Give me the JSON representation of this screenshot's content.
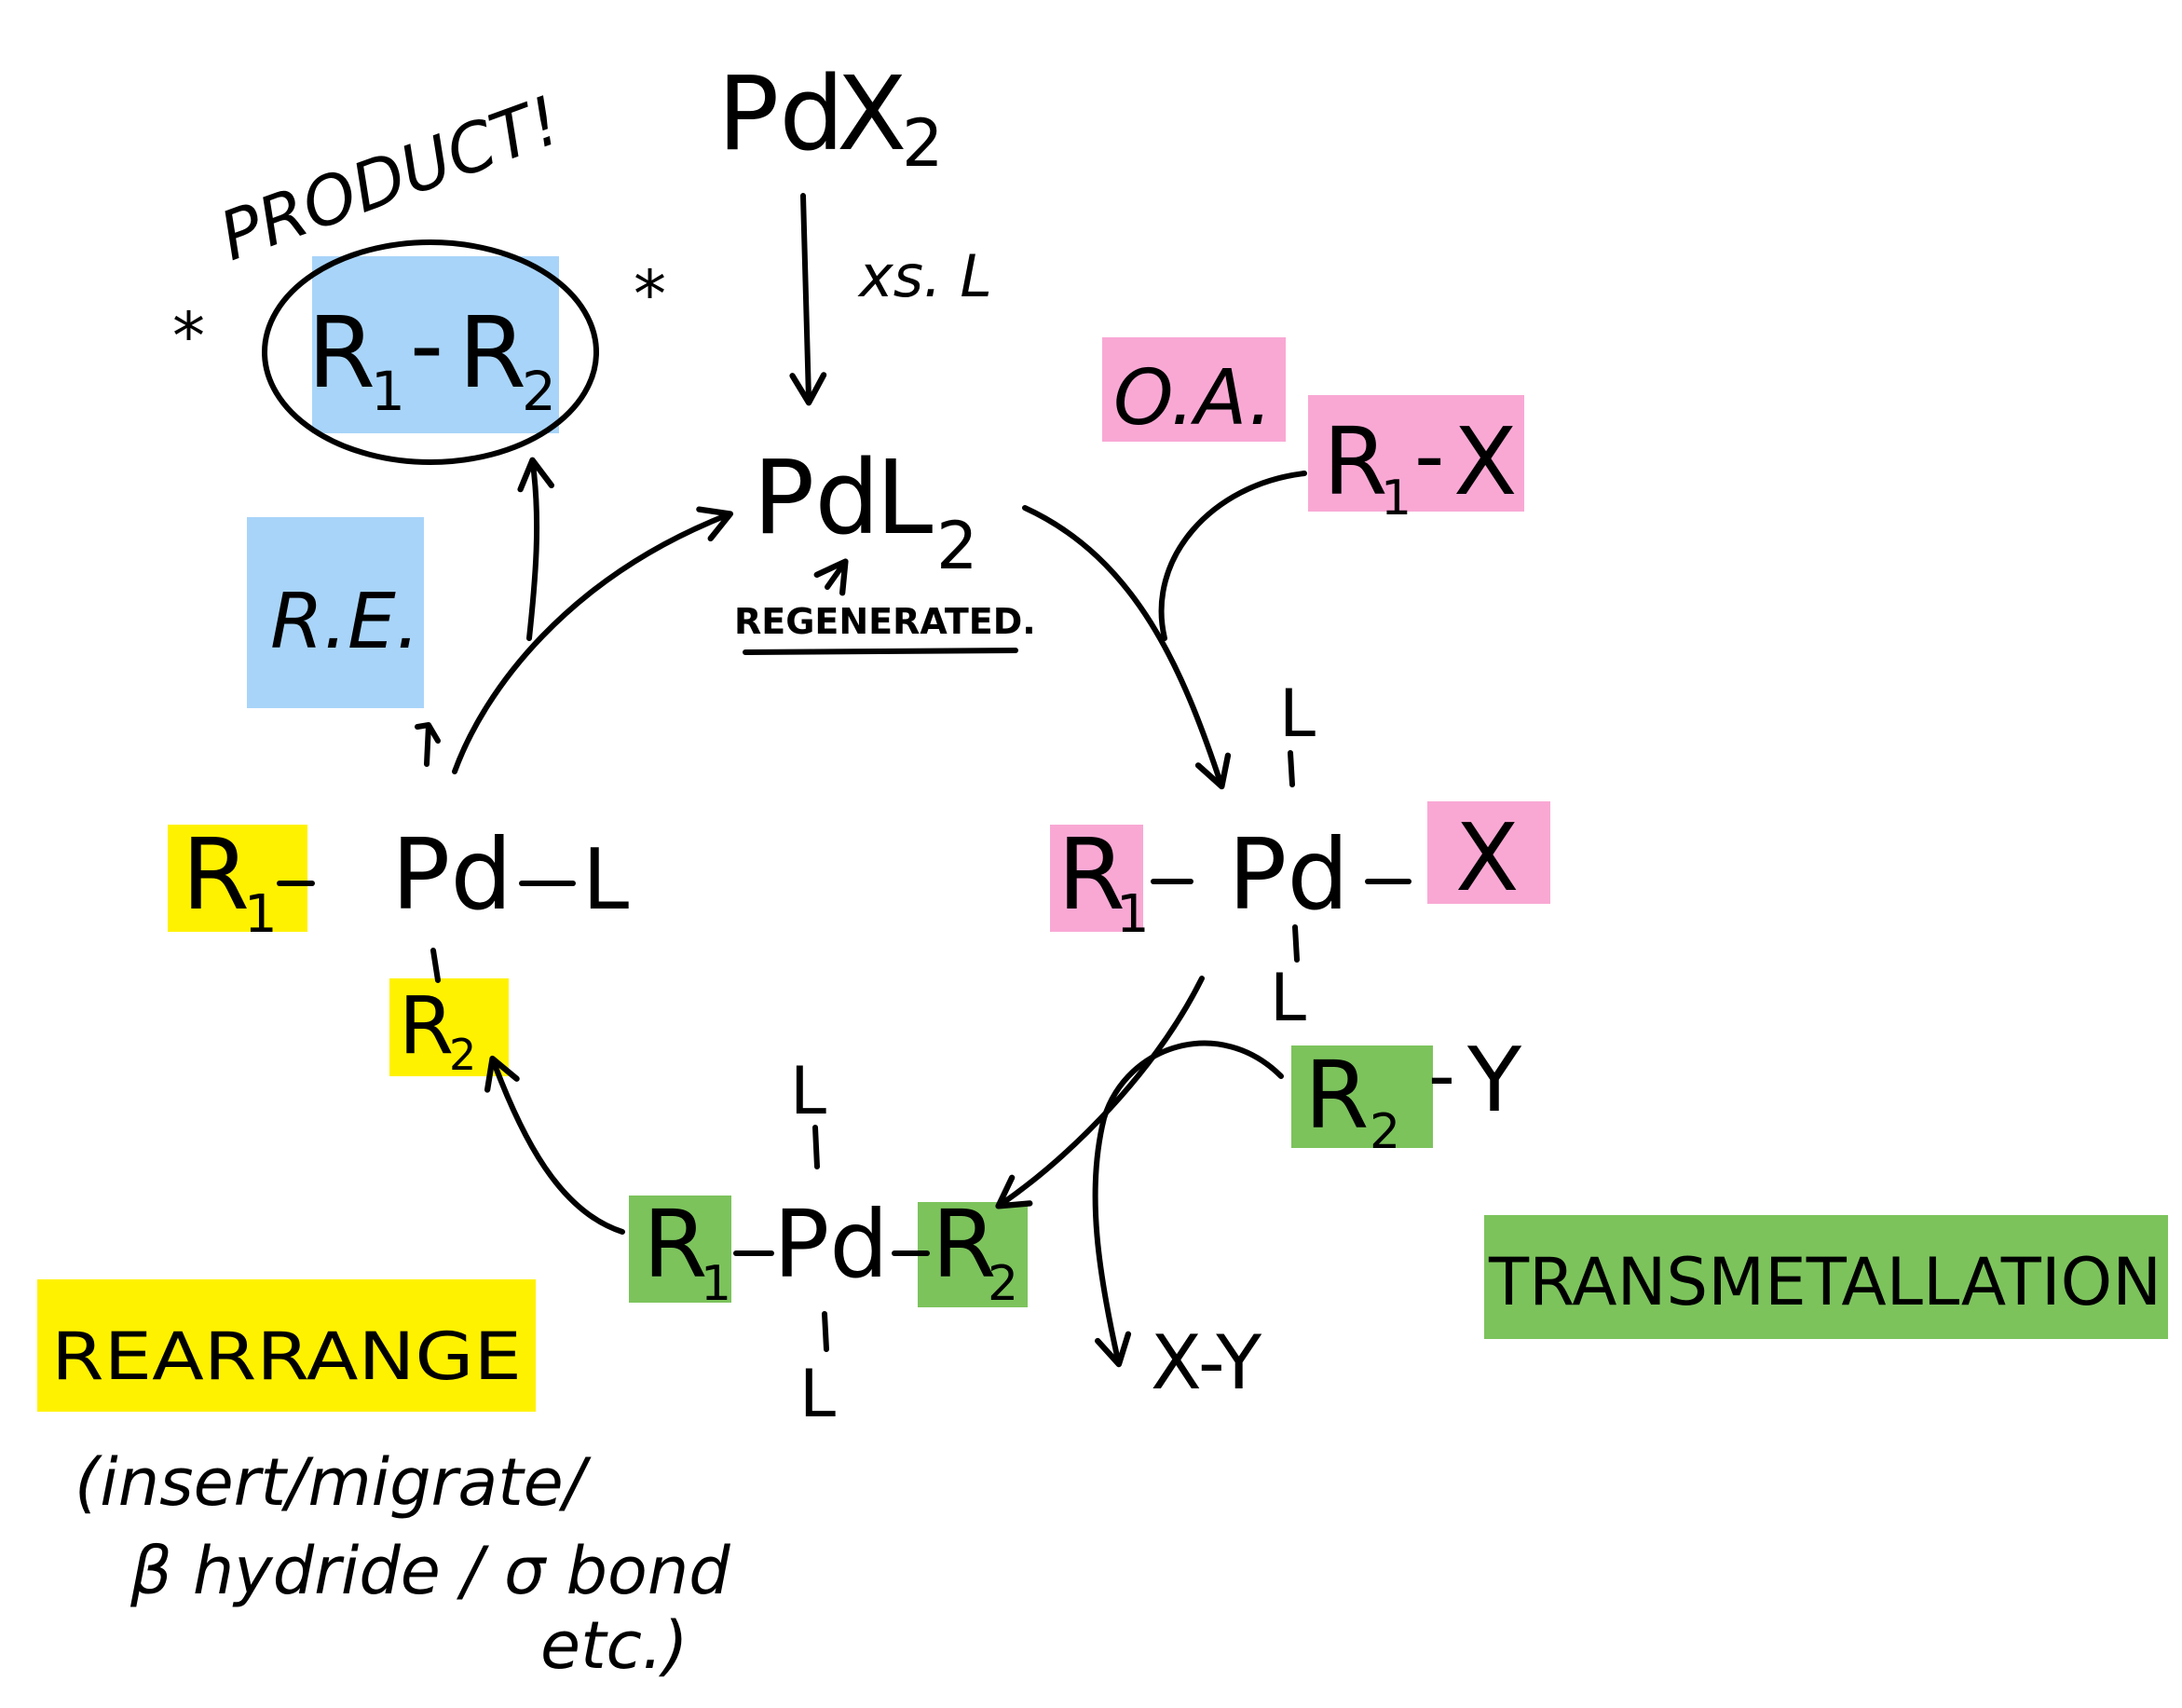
{
  "colors": {
    "pink": "#f9a8d4",
    "blue": "#a8d4f9",
    "yellow": "#fff200",
    "green": "#7cc35c",
    "ink": "#000000"
  },
  "precursor": {
    "metal": "Pd",
    "ligand": "X",
    "count": "2"
  },
  "reagent_note": "xs. L",
  "catalyst": {
    "metal": "Pd",
    "ligand": "L",
    "count": "2",
    "note": "REGENERATED."
  },
  "product": {
    "header": "PRODUCT!",
    "star": "*",
    "r1": "R",
    "r1_sub": "1",
    "dash": "-",
    "r2": "R",
    "r2_sub": "2"
  },
  "steps": {
    "oxidative_addition": "O.A.",
    "reductive_elimination": "R.E.",
    "transmetallation": "TRANSMETALLATION",
    "rearrange": "REARRANGE",
    "rearrange_notes": [
      "(insert/migrate/",
      "β hydride / σ bond",
      "etc.)"
    ]
  },
  "reagents": {
    "r1x": {
      "r": "R",
      "sub": "1",
      "dash": "-",
      "x": "X"
    },
    "r2y": {
      "r": "R",
      "sub": "2",
      "dash": "-",
      "y": "Y"
    },
    "xy": "X-Y"
  },
  "complexes": {
    "oa_complex": {
      "r": "R",
      "sub": "1",
      "metal": "Pd",
      "x": "X",
      "top": "L",
      "bottom": "L"
    },
    "tm_complex": {
      "r1": "R",
      "sub1": "1",
      "metal": "Pd",
      "r2": "R",
      "sub2": "2",
      "top": "L",
      "bottom": "L"
    },
    "rearr_complex": {
      "r": "R",
      "sub": "1",
      "metal": "Pd",
      "l": "L",
      "r2": "R",
      "sub2": "2"
    }
  }
}
